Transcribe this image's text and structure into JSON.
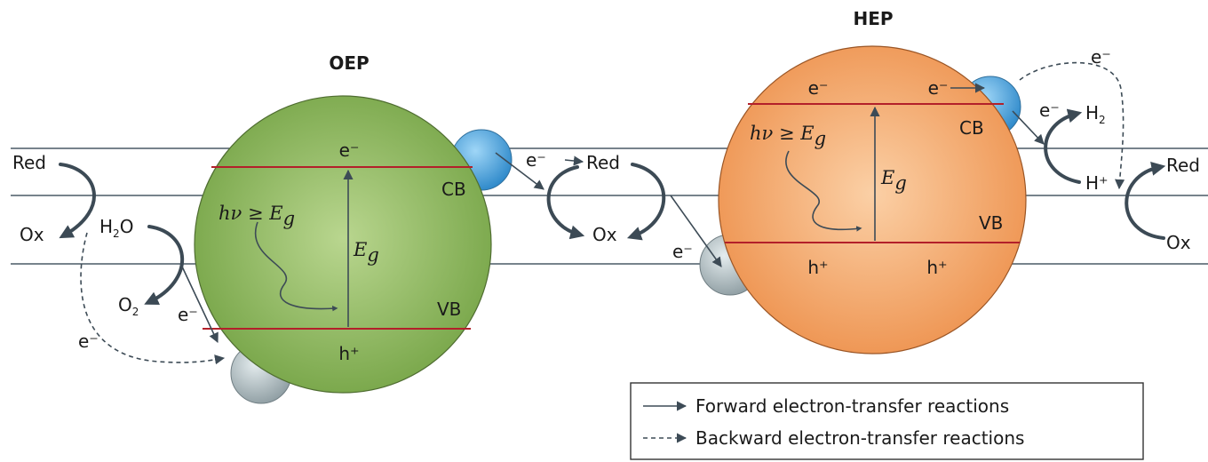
{
  "particles": {
    "oep": {
      "title": "OEP",
      "electron": "e⁻",
      "hole": "h⁺",
      "cb": "CB",
      "vb": "VB",
      "photon": "hν ≥ E",
      "photon_sub": "g",
      "gap": "E",
      "gap_sub": "g",
      "color": "#7fab4f"
    },
    "hep": {
      "title": "HEP",
      "electron_left": "e⁻",
      "electron_right": "e⁻",
      "hole_left": "h⁺",
      "hole_right": "h⁺",
      "cb": "CB",
      "vb": "VB",
      "photon": "hν ≥ E",
      "photon_sub": "g",
      "gap": "E",
      "gap_sub": "g",
      "color": "#f09a58"
    }
  },
  "reactions": {
    "left_red": "Red",
    "left_ox": "Ox",
    "water": "H",
    "water_sub": "2",
    "water_o": "O",
    "oxygen": "O",
    "oxygen_sub": "2",
    "mid_red": "Red",
    "mid_ox": "Ox",
    "h2": "H",
    "h2_sub": "2",
    "hplus": "H⁺",
    "right_red": "Red",
    "right_ox": "Ox"
  },
  "electrons": {
    "e_oep_cb_out": "e⁻",
    "e_oep_vb_in": "e⁻",
    "e_back_left": "e⁻",
    "e_hep_vb_in": "e⁻",
    "e_hep_cb_out": "e⁻",
    "e_back_right": "e⁻"
  },
  "legend": {
    "forward": "Forward electron-transfer reactions",
    "backward": "Backward electron-transfer reactions"
  },
  "colors": {
    "cocatalyst_blue": "#3a9ad9",
    "cocatalyst_grey": "#a7b4b8",
    "band_line": "#b3202a",
    "arrow": "#3c4a55"
  }
}
